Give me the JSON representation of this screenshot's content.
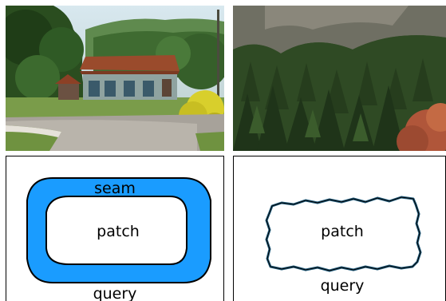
{
  "panels": {
    "top_left": {
      "photo": "rural house with road"
    },
    "top_right": {
      "photo": "pine forest hillside"
    },
    "bottom_left": {
      "seam_label": "seam",
      "patch_label": "patch",
      "query_label": "query"
    },
    "bottom_right": {
      "patch_label": "patch",
      "query_label": "query"
    }
  },
  "colors": {
    "seam_fill": "#1a9cff",
    "outline": "#000000",
    "wavy_outline": "#1f5a7a"
  }
}
